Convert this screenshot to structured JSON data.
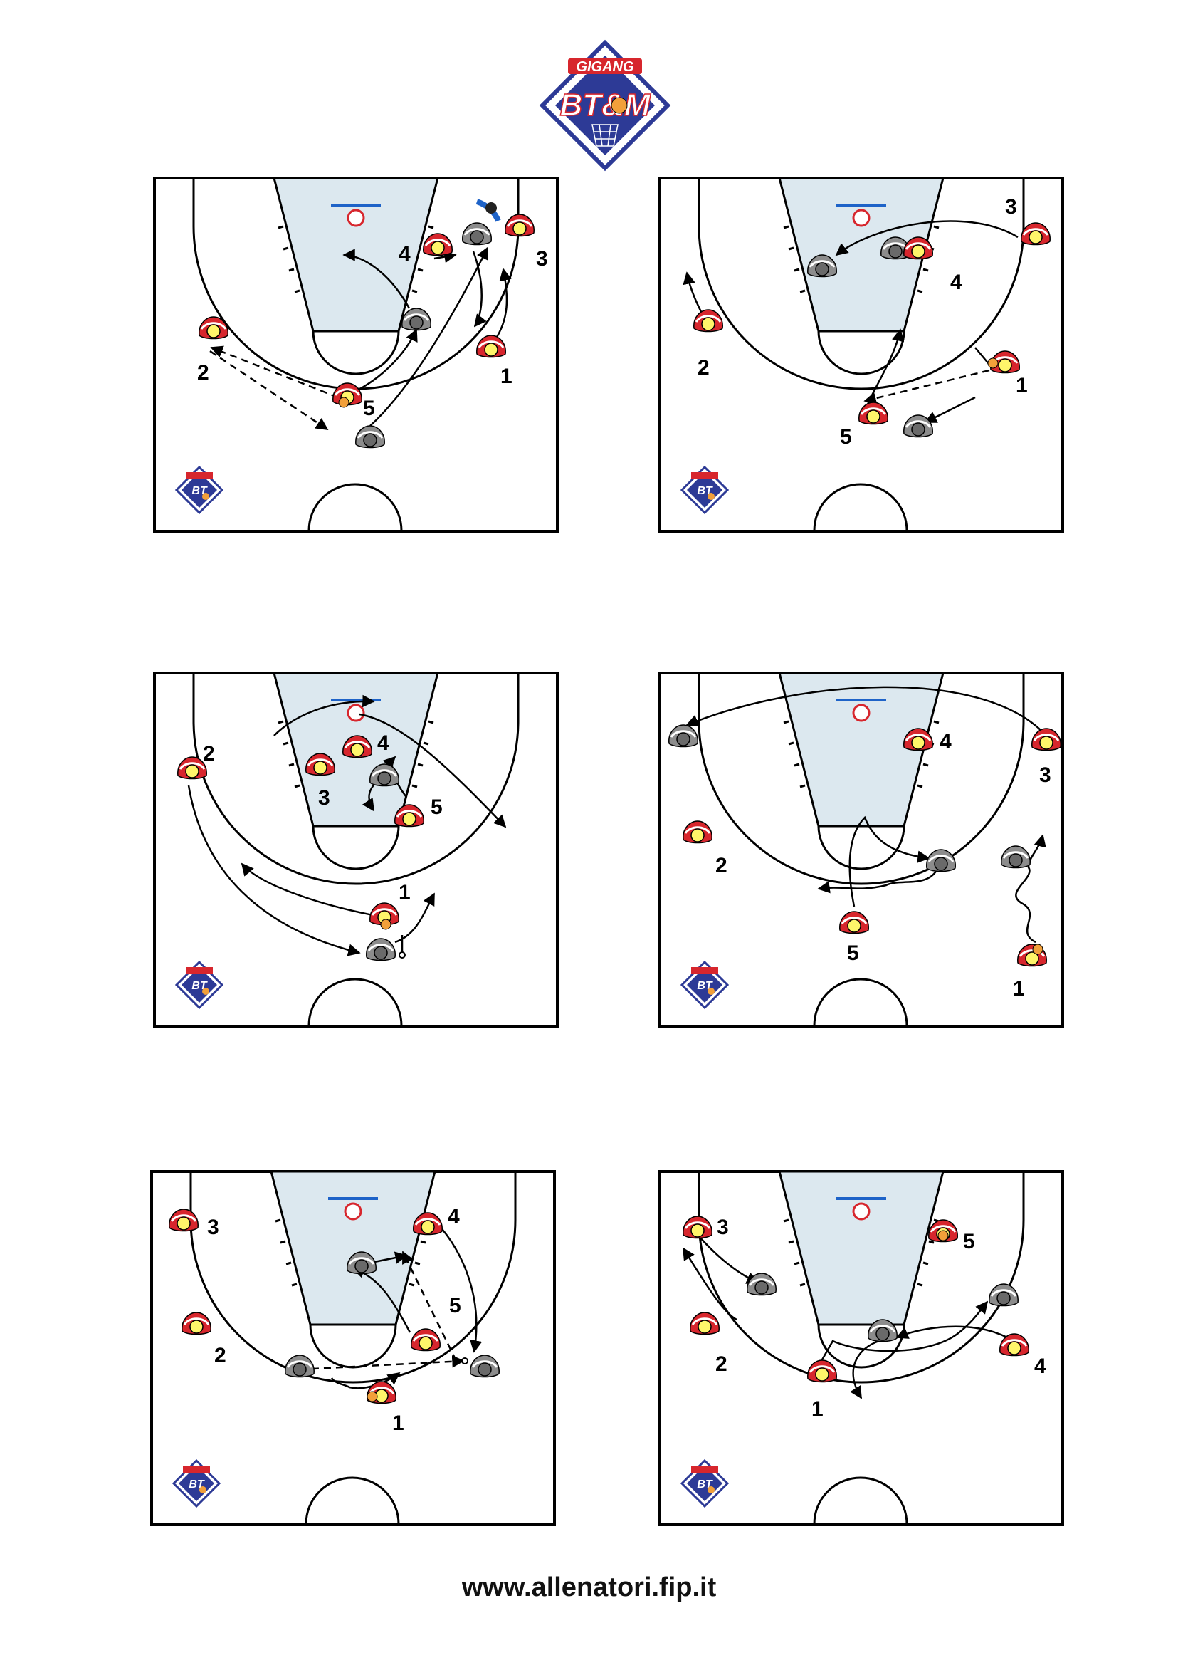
{
  "logo": {
    "top_text": "GIGANG",
    "main_text": "BT&M"
  },
  "footer": {
    "url": "www.allenatori.fip.it"
  },
  "colors": {
    "paint": "#dce8ef",
    "offense_jersey": "#d7262d",
    "offense_head": "#fff56a",
    "defense": "#8c8c8c",
    "backboard": "#1e63c8",
    "logo_blue": "#2d3a96",
    "logo_red": "#d7262d"
  },
  "diagrams": [
    {
      "name": "diagram-1",
      "labels": [
        "4",
        "3",
        "2",
        "5",
        "1"
      ]
    },
    {
      "name": "diagram-2",
      "labels": [
        "3",
        "4",
        "2",
        "1",
        "5"
      ]
    },
    {
      "name": "diagram-3",
      "labels": [
        "2",
        "4",
        "3",
        "5",
        "1"
      ]
    },
    {
      "name": "diagram-4",
      "labels": [
        "4",
        "3",
        "2",
        "5",
        "1"
      ]
    },
    {
      "name": "diagram-5",
      "labels": [
        "3",
        "4",
        "5",
        "2",
        "1"
      ]
    },
    {
      "name": "diagram-6",
      "labels": [
        "3",
        "5",
        "2",
        "4",
        "1"
      ]
    }
  ]
}
